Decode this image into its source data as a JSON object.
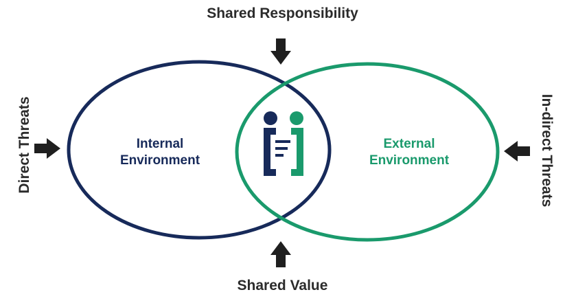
{
  "labels": {
    "top": "Shared Responsibility",
    "bottom": "Shared Value",
    "left": "Direct Threats",
    "right": "In-direct Threats"
  },
  "circles": {
    "internal": {
      "line1": "Internal",
      "line2": "Environment"
    },
    "external": {
      "line1": "External",
      "line2": "Environment"
    }
  },
  "colors": {
    "navy": "#172a5a",
    "green": "#1a9a6c",
    "arrow": "#1f1f1f",
    "text": "#2b2b2b"
  },
  "icons": {
    "logo": "logo-icon",
    "arrows": [
      "arrow-down-icon",
      "arrow-up-icon",
      "arrow-right-icon",
      "arrow-left-icon"
    ]
  }
}
